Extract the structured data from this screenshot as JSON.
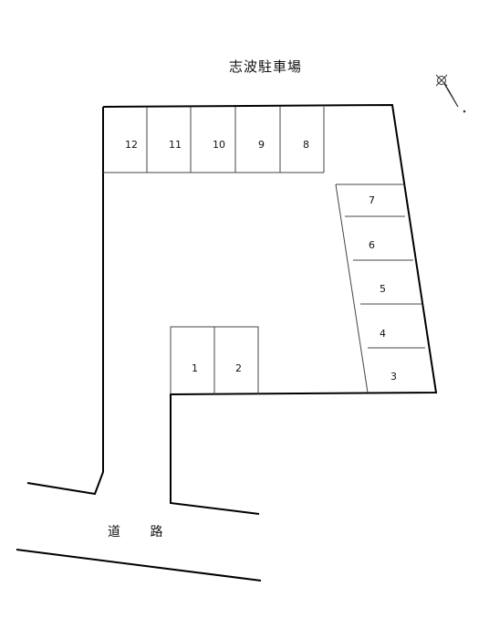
{
  "title": "志波駐車場",
  "road_label": "道 路",
  "north_arrow_icon": "north-arrow-icon",
  "stalls": {
    "s1": "1",
    "s2": "2",
    "s3": "3",
    "s4": "4",
    "s5": "5",
    "s6": "6",
    "s7": "7",
    "s8": "8",
    "s9": "9",
    "s10": "10",
    "s11": "11",
    "s12": "12"
  }
}
